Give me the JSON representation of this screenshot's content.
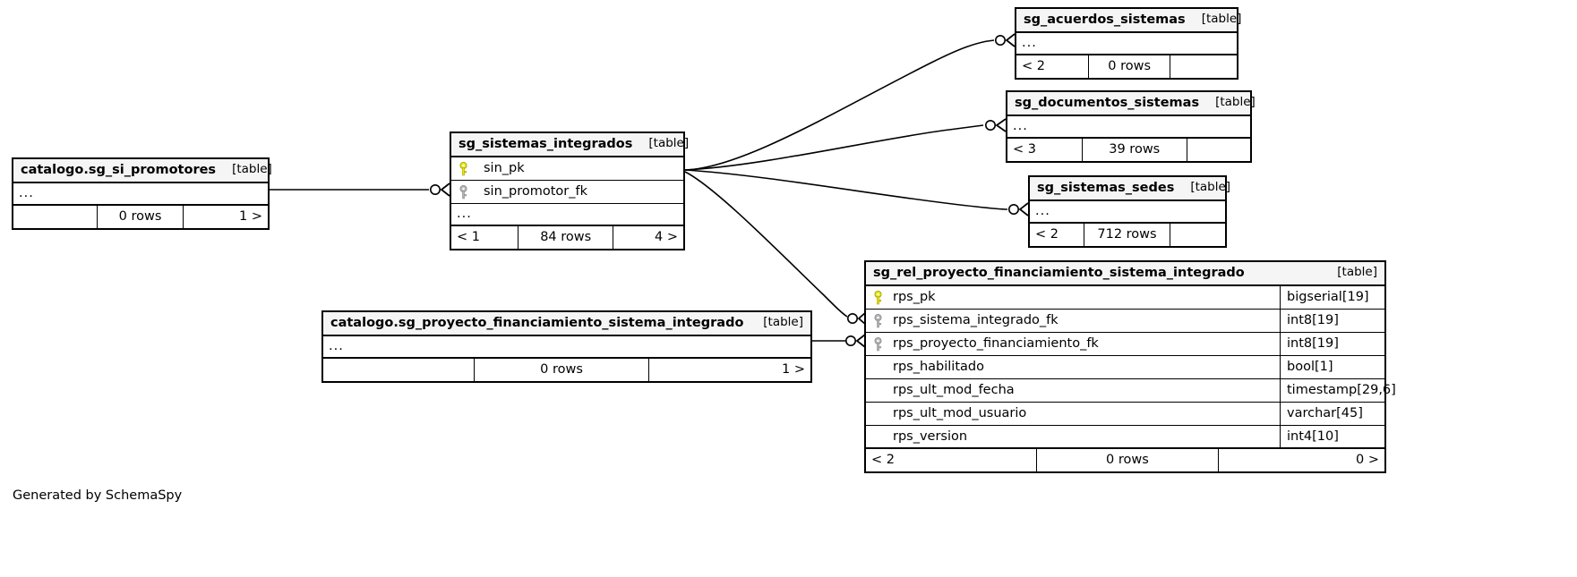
{
  "diagram": {
    "caption": "Generated by SchemaSpy",
    "table_tag": "[table]",
    "ellipsis": "...",
    "pk_icon": "yellow-key-icon",
    "fk_icon": "grey-key-icon",
    "pk_color": "#e8e80a",
    "fk_color": "#b4b4b4",
    "title_bg": "#f5f5f5",
    "border_color": "#000000",
    "background": "#ffffff"
  },
  "tables": [
    {
      "id": "promotores",
      "name": "catalogo.sg_si_promotores",
      "tag": "[table]",
      "columns": [],
      "has_ellipsis": true,
      "footer": {
        "left": "",
        "center": "0 rows",
        "right": "1 >"
      }
    },
    {
      "id": "sistemas",
      "name": "sg_sistemas_integrados",
      "tag": "[table]",
      "columns": [
        {
          "key": "pk",
          "name": "sin_pk",
          "type": ""
        },
        {
          "key": "fk",
          "name": "sin_promotor_fk",
          "type": ""
        }
      ],
      "has_ellipsis": true,
      "footer": {
        "left": "< 1",
        "center": "84 rows",
        "right": "4 >"
      }
    },
    {
      "id": "acuerdos",
      "name": "sg_acuerdos_sistemas",
      "tag": "[table]",
      "columns": [],
      "has_ellipsis": true,
      "footer": {
        "left": "< 2",
        "center": "0 rows",
        "right": ""
      }
    },
    {
      "id": "documentos",
      "name": "sg_documentos_sistemas",
      "tag": "[table]",
      "columns": [],
      "has_ellipsis": true,
      "footer": {
        "left": "< 3",
        "center": "39 rows",
        "right": ""
      }
    },
    {
      "id": "sedes",
      "name": "sg_sistemas_sedes",
      "tag": "[table]",
      "columns": [],
      "has_ellipsis": true,
      "footer": {
        "left": "< 2",
        "center": "712 rows",
        "right": ""
      }
    },
    {
      "id": "catfin",
      "name": "catalogo.sg_proyecto_financiamiento_sistema_integrado",
      "tag": "[table]",
      "columns": [],
      "has_ellipsis": true,
      "footer": {
        "left": "",
        "center": "0 rows",
        "right": "1 >"
      }
    },
    {
      "id": "rel",
      "name": "sg_rel_proyecto_financiamiento_sistema_integrado",
      "tag": "[table]",
      "columns": [
        {
          "key": "pk",
          "name": "rps_pk",
          "type": "bigserial[19]"
        },
        {
          "key": "fk",
          "name": "rps_sistema_integrado_fk",
          "type": "int8[19]"
        },
        {
          "key": "fk",
          "name": "rps_proyecto_financiamiento_fk",
          "type": "int8[19]"
        },
        {
          "key": "",
          "name": "rps_habilitado",
          "type": "bool[1]"
        },
        {
          "key": "",
          "name": "rps_ult_mod_fecha",
          "type": "timestamp[29,6]"
        },
        {
          "key": "",
          "name": "rps_ult_mod_usuario",
          "type": "varchar[45]"
        },
        {
          "key": "",
          "name": "rps_version",
          "type": "int4[10]"
        }
      ],
      "has_ellipsis": false,
      "footer": {
        "left": "< 2",
        "center": "0 rows",
        "right": "0 >"
      }
    }
  ]
}
